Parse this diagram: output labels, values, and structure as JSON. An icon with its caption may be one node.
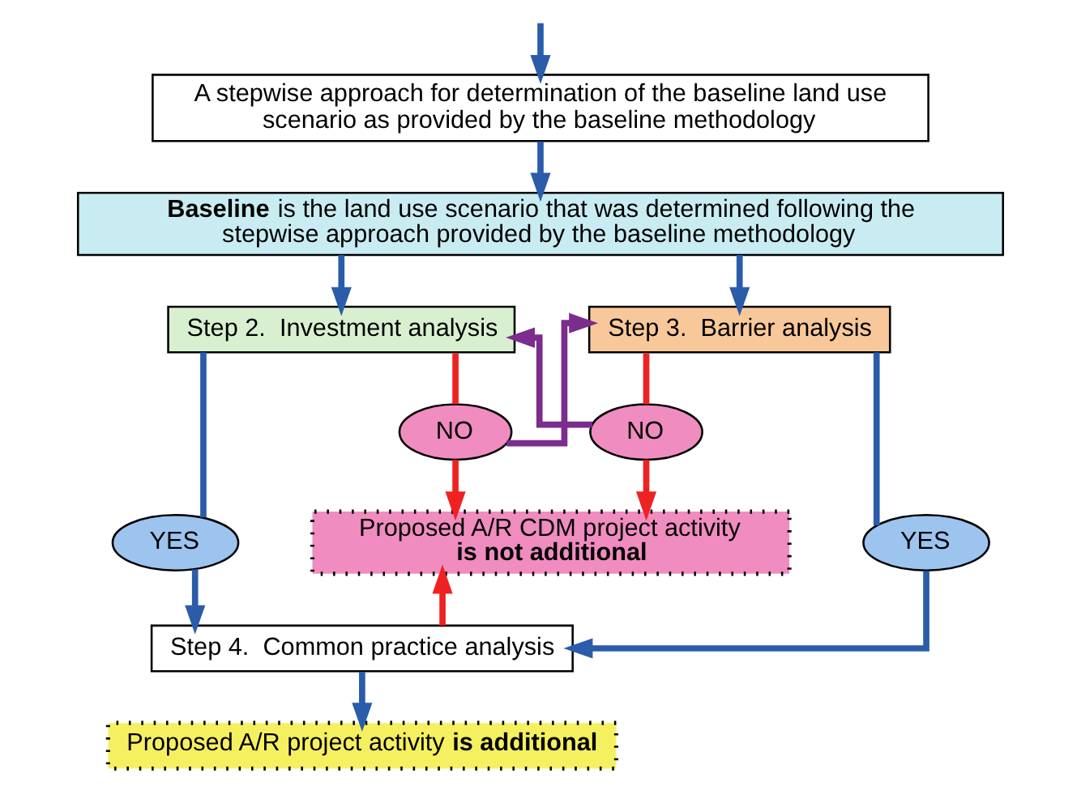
{
  "diagram": {
    "nodes": [
      {
        "text": [
          "A stepwise approach for determination of the baseline land use scenario as provided by the baseline methodology"
        ]
      },
      {
        "text": [
          "**Baseline** is the land use scenario that was determined following the stepwise approach provided by the baseline methodology"
        ]
      },
      {
        "text": [
          "Step 2.  Investment analysis"
        ]
      },
      {
        "text": [
          "Step 3.  Barrier analysis"
        ]
      },
      {
        "text": [
          "NO"
        ]
      },
      {
        "text": [
          "NO"
        ]
      },
      {
        "text": [
          "YES"
        ]
      },
      {
        "text": [
          "YES"
        ]
      },
      {
        "text": [
          "Proposed A/R CDM project activity **is not additional**"
        ]
      },
      {
        "text": [
          "Step 4.  Common practice analysis"
        ]
      },
      {
        "text": [
          "Proposed A/R project activity **is additional**"
        ]
      }
    ],
    "edges": [
      {
        "from": null,
        "to": 0,
        "arrow": "to"
      },
      {
        "from": 0,
        "to": 1,
        "arrow": "to"
      },
      {
        "from": 1,
        "to": 2,
        "arrow": "to"
      },
      {
        "from": 1,
        "to": 3,
        "arrow": "to"
      },
      {
        "from": 2,
        "to": 4,
        "arrow": "none",
        "color": "#ee2222"
      },
      {
        "from": 4,
        "to": 8,
        "arrow": "to",
        "color": "#ee2222"
      },
      {
        "from": 4,
        "to": 3,
        "arrow": "to",
        "color": "#7b2c8c"
      },
      {
        "from": 3,
        "to": 5,
        "arrow": "none",
        "color": "#ee2222"
      },
      {
        "from": 5,
        "to": 8,
        "arrow": "to",
        "color": "#ee2222"
      },
      {
        "from": 5,
        "to": 2,
        "arrow": "to",
        "color": "#7b2c8c"
      },
      {
        "from": 2,
        "to": 6,
        "arrow": "none"
      },
      {
        "from": 6,
        "to": 9,
        "arrow": "to"
      },
      {
        "from": 3,
        "to": 7,
        "arrow": "none"
      },
      {
        "from": 7,
        "to": 9,
        "arrow": "to"
      },
      {
        "from": 9,
        "to": 8,
        "arrow": "to",
        "color": "#ee2222"
      },
      {
        "from": 9,
        "to": 10,
        "arrow": "to"
      }
    ]
  }
}
